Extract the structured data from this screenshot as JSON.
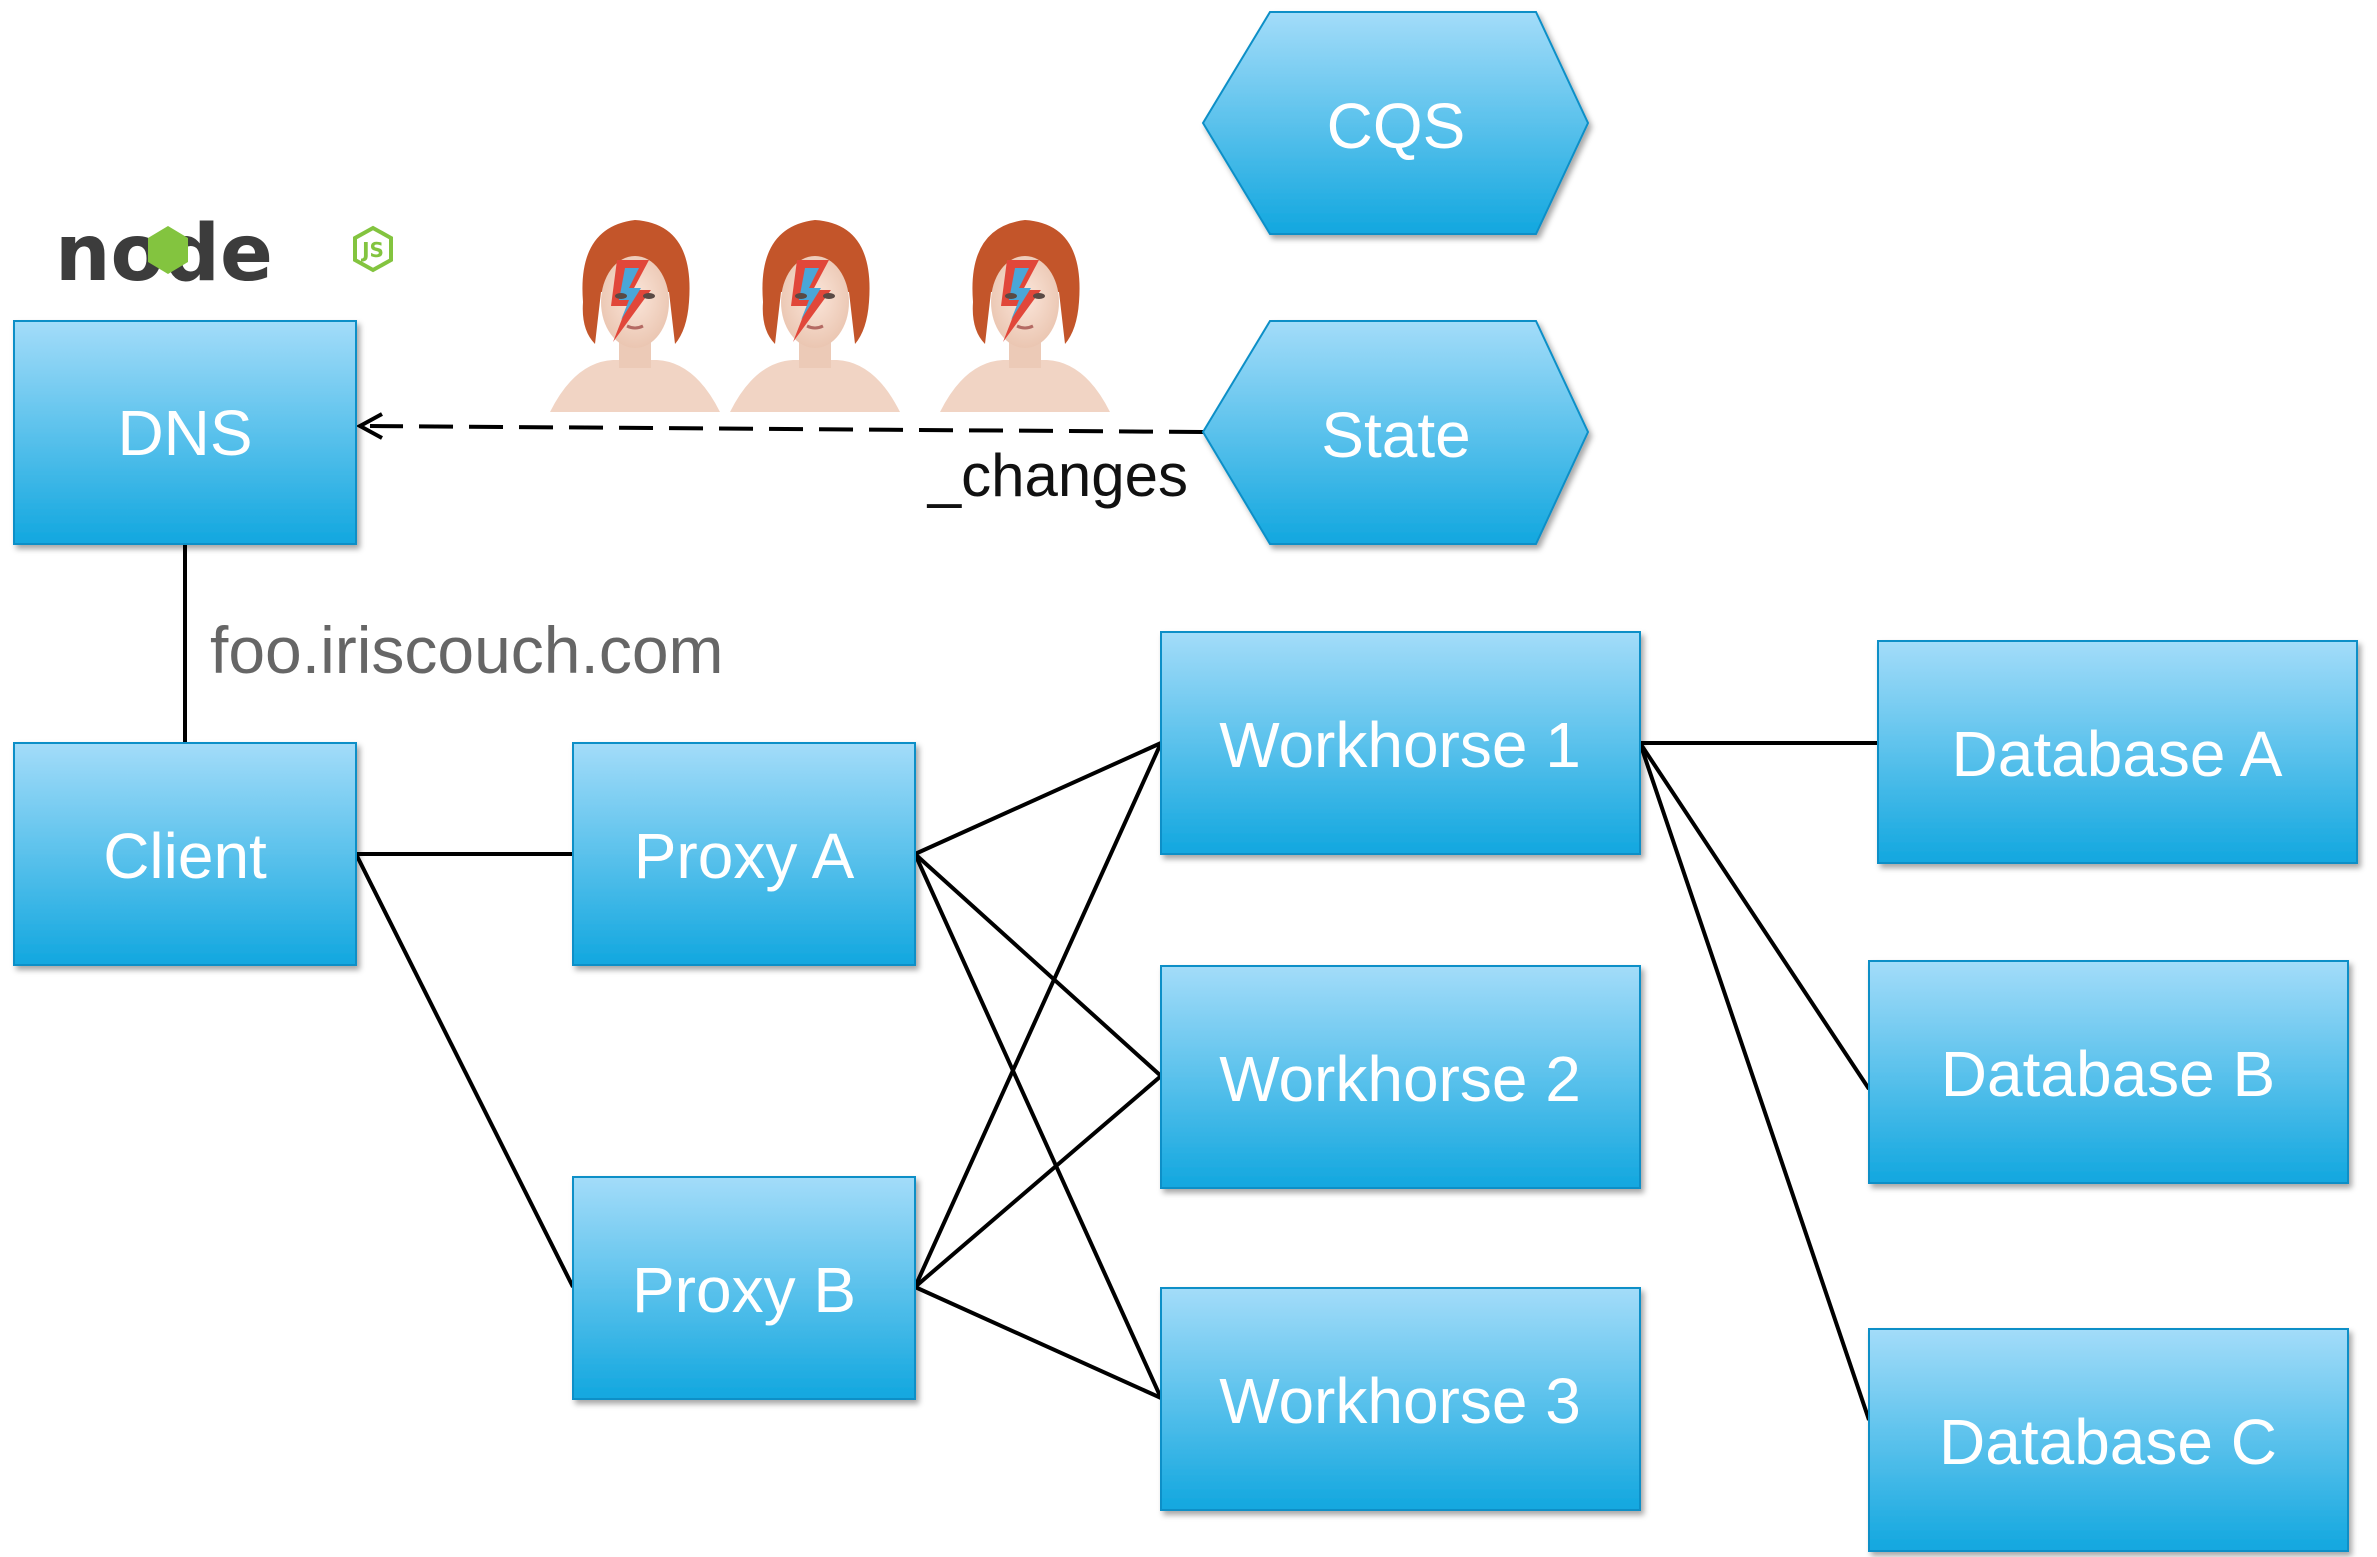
{
  "nodes": {
    "dns": "DNS",
    "client": "Client",
    "proxy_a": "Proxy A",
    "proxy_b": "Proxy B",
    "workhorse_1": "Workhorse 1",
    "workhorse_2": "Workhorse 2",
    "workhorse_3": "Workhorse 3",
    "database_a": "Database A",
    "database_b": "Database B",
    "database_c": "Database C",
    "cqs": "CQS",
    "state": "State"
  },
  "edge_labels": {
    "dns_client": "foo.iriscouch.com",
    "state_dns": "_changes"
  },
  "logo": {
    "text": "node",
    "badge": "JS"
  },
  "icons": [
    "nodejs-logo",
    "portrait-icon",
    "portrait-icon",
    "portrait-icon"
  ],
  "colors": {
    "box_top": "#a3dcf9",
    "box_bottom": "#12a7df",
    "box_border": "#0a8fc7",
    "node_green": "#83c43f"
  }
}
